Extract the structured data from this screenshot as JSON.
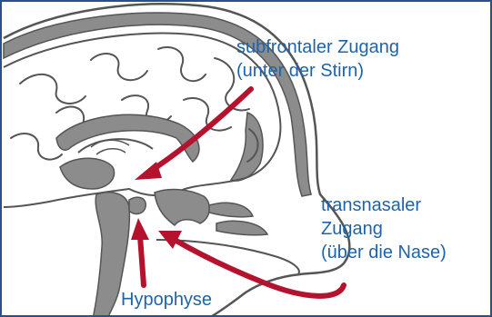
{
  "labels": {
    "subfrontal": [
      "subfrontaler Zugang",
      "(unter der Stirn)"
    ],
    "transnasal": [
      "transnasaler",
      "Zugang",
      "(über die Nase)"
    ],
    "hypophyse": "Hypophyse"
  },
  "colors": {
    "frame": "#2a4f8c",
    "label_text": "#1d63ad",
    "arrow": "#b5122e",
    "tissue_gray": "#8c8c8c",
    "outline": "#555555"
  }
}
